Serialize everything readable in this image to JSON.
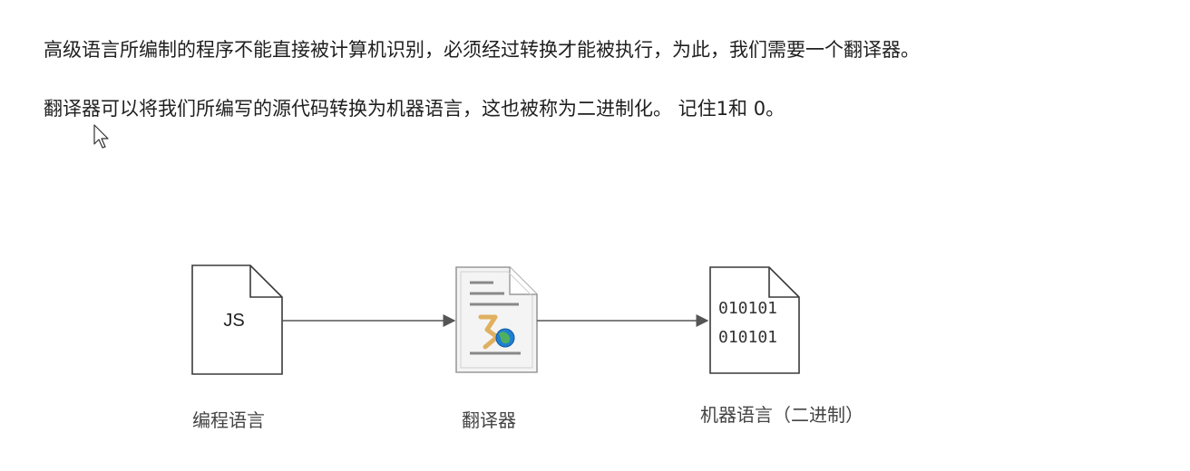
{
  "intro": {
    "paragraph1": "高级语言所编制的程序不能直接被计算机识别，必须经过转换才能被执行，为此，我们需要一个翻译器。",
    "paragraph2": "翻译器可以将我们所编写的源代码转换为机器语言，这也被称为二进制化。 记住1和 0。"
  },
  "diagram": {
    "source_doc_text": "JS",
    "binary_line1": "010101",
    "binary_line2": "010101",
    "captions": {
      "source": "编程语言",
      "translator": "翻译器",
      "machine": "机器语言（二进制）"
    },
    "icons": {
      "source": "document-icon",
      "translator": "translator-document-globe-icon",
      "machine": "binary-document-icon",
      "arrows": "arrow-right-icon"
    },
    "colors": {
      "stroke": "#3a3a3a",
      "arrow": "#555555",
      "translator_border": "#9a9a9a",
      "translator_bg": "#f4f4f4",
      "accent_gold": "#e0b060",
      "globe_blue": "#1f7fd0"
    }
  }
}
